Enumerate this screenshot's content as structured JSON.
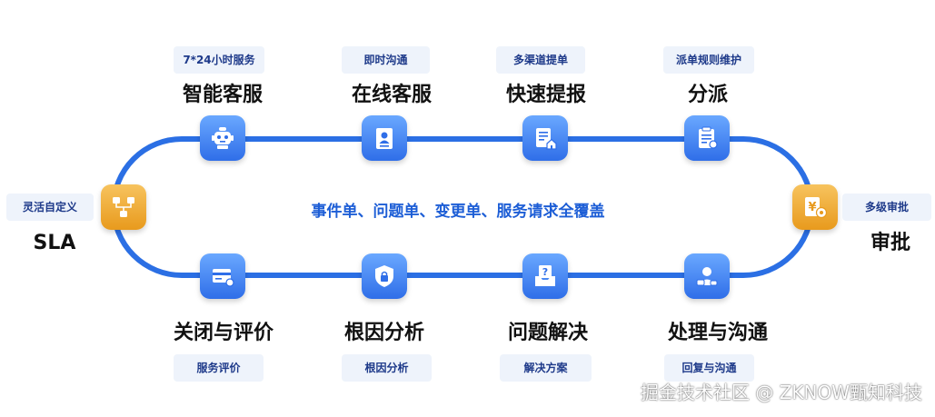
{
  "center_text": "事件单、问题单、变更单、服务请求全覆盖",
  "watermark": "掘金技术社区 @ ZKNOW甄知科技",
  "colors": {
    "track": "#2b6fe4",
    "node_blue": "#3f82f2",
    "node_orange": "#eda52a",
    "tag_bg": "#eef3fb",
    "tag_text": "#1e3a8a"
  },
  "top_nodes": [
    {
      "tag": "7*24小时服务",
      "label": "智能客服",
      "icon": "robot-icon"
    },
    {
      "tag": "即时沟通",
      "label": "在线客服",
      "icon": "document-person-icon"
    },
    {
      "tag": "多渠道提单",
      "label": "快速提报",
      "icon": "form-house-icon"
    },
    {
      "tag": "派单规则维护",
      "label": "分派",
      "icon": "clipboard-icon"
    }
  ],
  "bottom_nodes": [
    {
      "tag": "服务评价",
      "label": "关闭与评价",
      "icon": "card-icon"
    },
    {
      "tag": "根因分析",
      "label": "根因分析",
      "icon": "shield-lock-icon"
    },
    {
      "tag": "解决方案",
      "label": "问题解决",
      "icon": "question-box-icon"
    },
    {
      "tag": "回复与沟通",
      "label": "处理与沟通",
      "icon": "person-chat-icon"
    }
  ],
  "left_node": {
    "tag": "灵活自定义",
    "label": "SLA",
    "icon": "hierarchy-icon"
  },
  "right_node": {
    "tag": "多级审批",
    "label": "审批",
    "icon": "yen-seal-icon"
  }
}
